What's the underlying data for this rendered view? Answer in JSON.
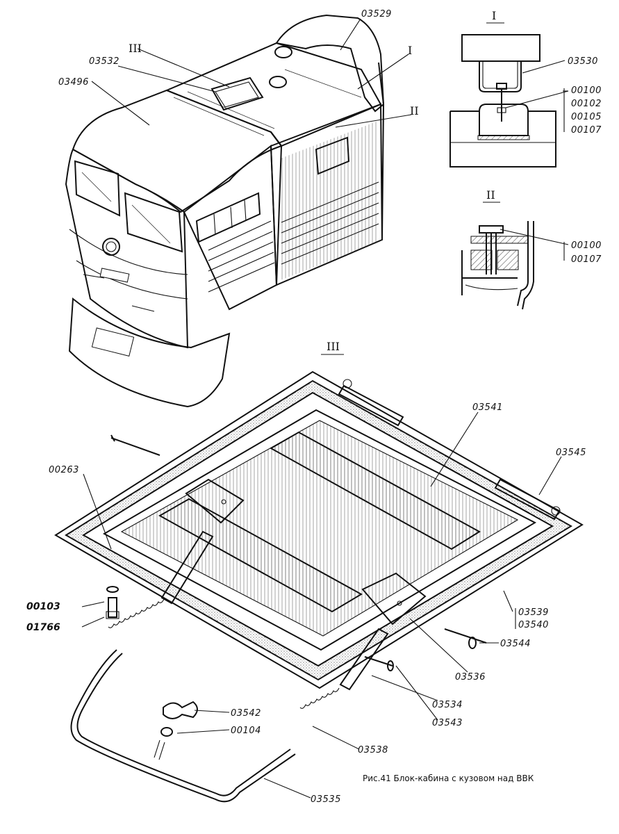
{
  "section_labels": {
    "s1": "I",
    "s2": "II",
    "s3": "III"
  },
  "labels": {
    "p03529": "03529",
    "p03532": "03532",
    "p03496": "03496",
    "p03530": "03530",
    "p00100a": "00100",
    "p00102": "00102",
    "p00105": "00105",
    "p00107a": "00107",
    "p00100b": "00100",
    "p00107b": "00107",
    "p03541": "03541",
    "p03545": "03545",
    "p00263": "00263",
    "p00103": "00103",
    "p01766": "01766",
    "p03539": "03539",
    "p03540": "03540",
    "p03544": "03544",
    "p03536": "03536",
    "p03534": "03534",
    "p03543": "03543",
    "p03542": "03542",
    "p00104": "00104",
    "p03538": "03538",
    "p03535": "03535"
  },
  "caption": "Рис.41 Блок-кабина с кузовом над ВВК"
}
